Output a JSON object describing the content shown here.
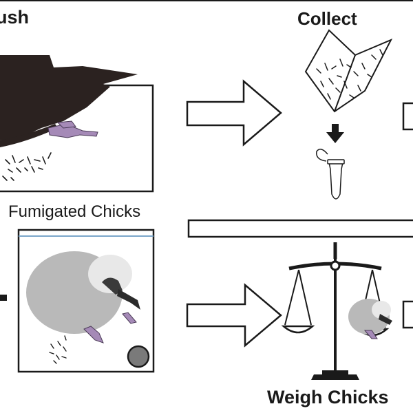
{
  "labels": {
    "brush": "ush",
    "collect": "Collect",
    "fumigated": "Fumigated Chicks",
    "weigh": "Weigh Chicks"
  },
  "colors": {
    "stroke": "#1a1a1a",
    "bird_body": "#2b2220",
    "bird_feet": "#a58ab7",
    "chick_down": "#b9b9b9",
    "chick_head": "#e8e8e8",
    "bag_rim": "#7aa6c9",
    "ball": "#7a7a7a"
  },
  "icons": [
    "adult-bird-icon",
    "paper-envelope-icon",
    "down-arrow-icon",
    "microtube-icon",
    "chick-icon",
    "balance-scale-icon"
  ]
}
